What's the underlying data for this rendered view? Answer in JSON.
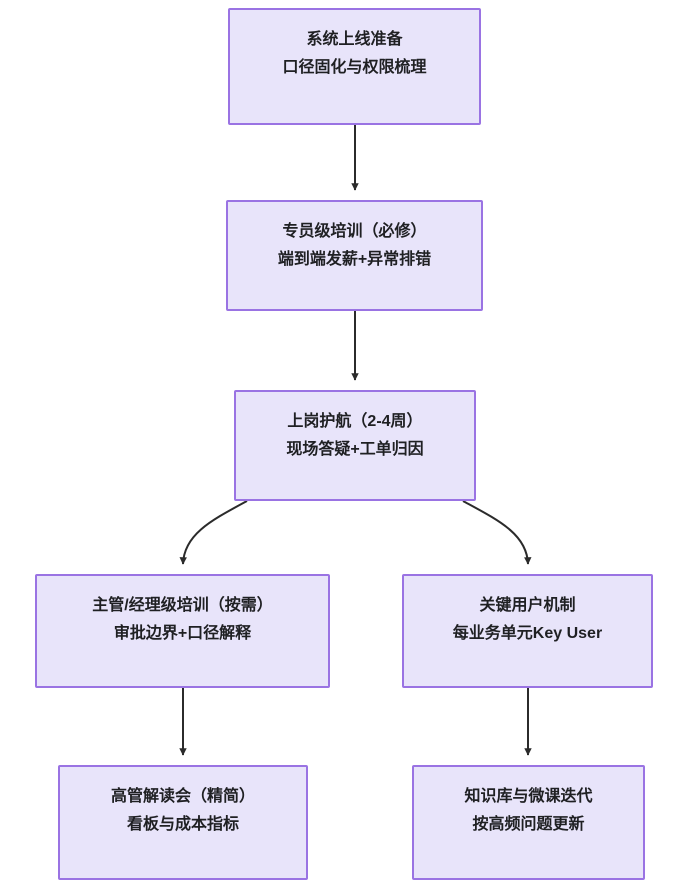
{
  "diagram": {
    "type": "flowchart",
    "direction": "top-to-bottom",
    "background_color": "#ffffff",
    "node_fill_color": "#e8e4fa",
    "node_border_color": "#9a73e3",
    "text_color": "#1f2023",
    "edge_color": "#2b2b2b",
    "nodes": [
      {
        "id": "node-1",
        "line1": "系统上线准备",
        "line2": "口径固化与权限梳理"
      },
      {
        "id": "node-2",
        "line1": "专员级培训（必修）",
        "line2": "端到端发薪+异常排错"
      },
      {
        "id": "node-3",
        "line1": "上岗护航（2-4周）",
        "line2": "现场答疑+工单归因"
      },
      {
        "id": "node-4",
        "line1": "主管/经理级培训（按需）",
        "line2": "审批边界+口径解释"
      },
      {
        "id": "node-5",
        "line1": "关键用户机制",
        "line2": "每业务单元Key User"
      },
      {
        "id": "node-6",
        "line1": "高管解读会（精简）",
        "line2": "看板与成本指标"
      },
      {
        "id": "node-7",
        "line1": "知识库与微课迭代",
        "line2": "按高频问题更新"
      }
    ],
    "edges": [
      {
        "from": "node-1",
        "to": "node-2",
        "style": "straight-arrow"
      },
      {
        "from": "node-2",
        "to": "node-3",
        "style": "straight-arrow"
      },
      {
        "from": "node-3",
        "to": "node-4",
        "style": "curved-arrow"
      },
      {
        "from": "node-3",
        "to": "node-5",
        "style": "curved-arrow"
      },
      {
        "from": "node-4",
        "to": "node-6",
        "style": "straight-arrow"
      },
      {
        "from": "node-5",
        "to": "node-7",
        "style": "straight-arrow"
      }
    ]
  }
}
